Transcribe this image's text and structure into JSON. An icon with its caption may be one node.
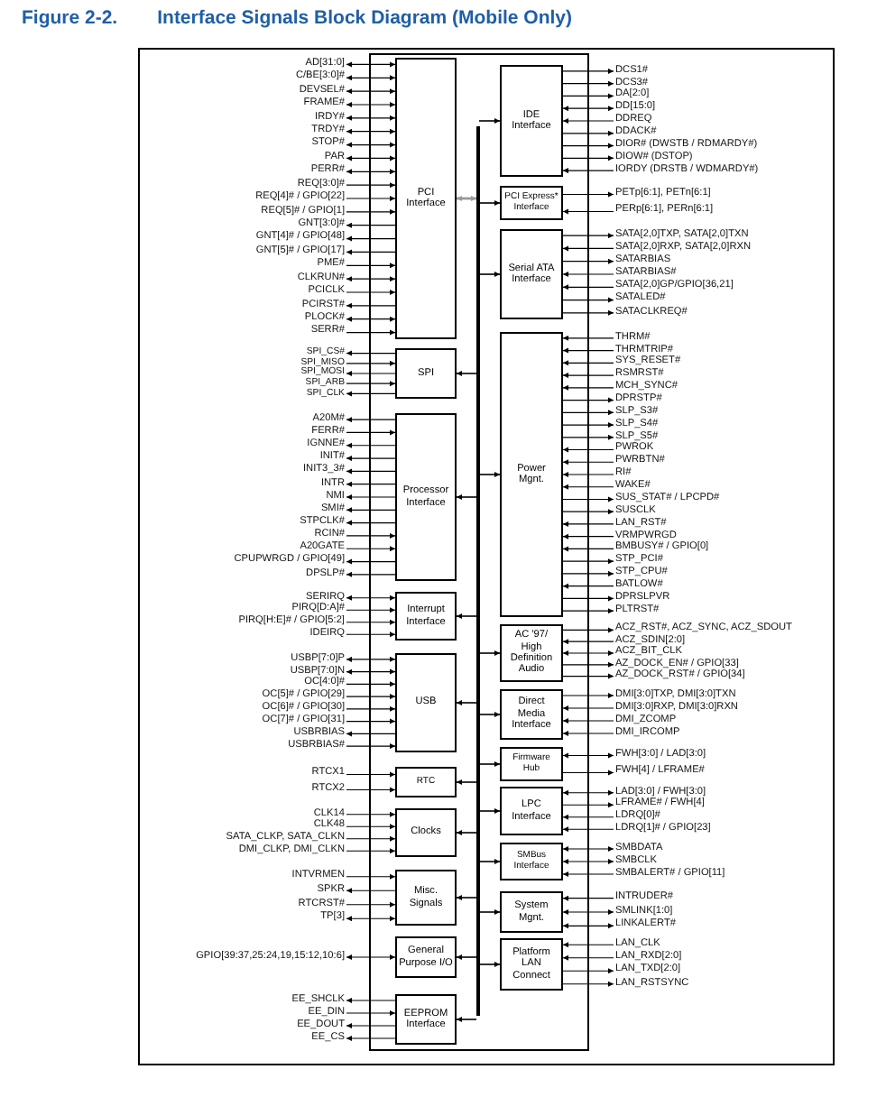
{
  "diagram": {
    "title": "Interface Signals Block Diagram (Mobile Only)",
    "nodes": [
      {
        "text": [
          "PCI Interface"
        ]
      },
      {
        "text": [
          "AD[31:0]"
        ]
      },
      {
        "text": [
          "C/BE[3:0]#"
        ]
      },
      {
        "text": [
          "DEVSEL#"
        ]
      },
      {
        "text": [
          "FRAME#"
        ]
      },
      {
        "text": [
          "IRDY#"
        ]
      },
      {
        "text": [
          "TRDY#"
        ]
      },
      {
        "text": [
          "STOP#"
        ]
      },
      {
        "text": [
          "PAR"
        ]
      },
      {
        "text": [
          "PERR#"
        ]
      },
      {
        "text": [
          "REQ[3:0]#"
        ]
      },
      {
        "text": [
          "REQ[4]# / GPIO[22]"
        ]
      },
      {
        "text": [
          "REQ[5]# / GPIO[1]"
        ]
      },
      {
        "text": [
          "GNT[3:0]#"
        ]
      },
      {
        "text": [
          "GNT[4]# / GPIO[48]"
        ]
      },
      {
        "text": [
          "GNT[5]# / GPIO[17]"
        ]
      },
      {
        "text": [
          "PME#"
        ]
      },
      {
        "text": [
          "CLKRUN#"
        ]
      },
      {
        "text": [
          "PCICLK"
        ]
      },
      {
        "text": [
          "PCIRST#"
        ]
      },
      {
        "text": [
          "PLOCK#"
        ]
      },
      {
        "text": [
          "SERR#"
        ]
      },
      {
        "text": [
          "SPI"
        ]
      },
      {
        "text": [
          "SPI_CS#"
        ]
      },
      {
        "text": [
          "SPI_MISO"
        ]
      },
      {
        "text": [
          "SPI_MOSI"
        ]
      },
      {
        "text": [
          "SPI_ARB"
        ]
      },
      {
        "text": [
          "SPI_CLK"
        ]
      },
      {
        "text": [
          "Processor Interface"
        ]
      },
      {
        "text": [
          "A20M#"
        ]
      },
      {
        "text": [
          "FERR#"
        ]
      },
      {
        "text": [
          "IGNNE#"
        ]
      },
      {
        "text": [
          "INIT#"
        ]
      },
      {
        "text": [
          "INIT3_3#"
        ]
      },
      {
        "text": [
          "INTR"
        ]
      },
      {
        "text": [
          "NMI"
        ]
      },
      {
        "text": [
          "SMI#"
        ]
      },
      {
        "text": [
          "STPCLK#"
        ]
      },
      {
        "text": [
          "RCIN#"
        ]
      },
      {
        "text": [
          "A20GATE"
        ]
      },
      {
        "text": [
          "CPUPWRGD / GPIO[49]"
        ]
      },
      {
        "text": [
          "DPSLP#"
        ]
      },
      {
        "text": [
          "Interrupt Interface"
        ]
      },
      {
        "text": [
          "SERIRQ"
        ]
      },
      {
        "text": [
          "PIRQ[D:A]#"
        ]
      },
      {
        "text": [
          "PIRQ[H:E]# / GPIO[5:2]"
        ]
      },
      {
        "text": [
          "IDEIRQ"
        ]
      },
      {
        "text": [
          "USB"
        ]
      },
      {
        "text": [
          "USBP[7:0]P"
        ]
      },
      {
        "text": [
          "USBP[7:0]N"
        ]
      },
      {
        "text": [
          "OC[4:0]#"
        ]
      },
      {
        "text": [
          "OC[5]# / GPIO[29]"
        ]
      },
      {
        "text": [
          "OC[6]# / GPIO[30]"
        ]
      },
      {
        "text": [
          "OC[7]# / GPIO[31]"
        ]
      },
      {
        "text": [
          "USBRBIAS"
        ]
      },
      {
        "text": [
          "USBRBIAS#"
        ]
      },
      {
        "text": [
          "RTC"
        ]
      },
      {
        "text": [
          "RTCX1"
        ]
      },
      {
        "text": [
          "RTCX2"
        ]
      },
      {
        "text": [
          "Clocks"
        ]
      },
      {
        "text": [
          "CLK14"
        ]
      },
      {
        "text": [
          "CLK48"
        ]
      },
      {
        "text": [
          "SATA_CLKP, SATA_CLKN"
        ]
      },
      {
        "text": [
          "DMI_CLKP, DMI_CLKN"
        ]
      },
      {
        "text": [
          "Misc. Signals"
        ]
      },
      {
        "text": [
          "INTVRMEN"
        ]
      },
      {
        "text": [
          "SPKR"
        ]
      },
      {
        "text": [
          "RTCRST#"
        ]
      },
      {
        "text": [
          "TP[3]"
        ]
      },
      {
        "text": [
          "General Purpose I/O"
        ]
      },
      {
        "text": [
          "GPIO[39:37,25:24,19,15:12,10:6]"
        ]
      },
      {
        "text": [
          "EEPROM Interface"
        ]
      },
      {
        "text": [
          "EE_SHCLK"
        ]
      },
      {
        "text": [
          "EE_DIN"
        ]
      },
      {
        "text": [
          "EE_DOUT"
        ]
      },
      {
        "text": [
          "EE_CS"
        ]
      },
      {
        "text": [
          "IDE Interface"
        ]
      },
      {
        "text": [
          "DCS1#"
        ]
      },
      {
        "text": [
          "DCS3#"
        ]
      },
      {
        "text": [
          "DA[2:0]"
        ]
      },
      {
        "text": [
          "DD[15:0]"
        ]
      },
      {
        "text": [
          "DDREQ"
        ]
      },
      {
        "text": [
          "DDACK#"
        ]
      },
      {
        "text": [
          "DIOR# (DWSTB / RDMARDY#)"
        ]
      },
      {
        "text": [
          "DIOW# (DSTOP)"
        ]
      },
      {
        "text": [
          "IORDY (DRSTB / WDMARDY#)"
        ]
      },
      {
        "text": [
          "PCI Express* Interface"
        ]
      },
      {
        "text": [
          "PETp[6:1], PETn[6:1]"
        ]
      },
      {
        "text": [
          "PERp[6:1], PERn[6:1]"
        ]
      },
      {
        "text": [
          "Serial ATA Interface"
        ]
      },
      {
        "text": [
          "SATA[2,0]TXP, SATA[2,0]TXN"
        ]
      },
      {
        "text": [
          "SATA[2,0]RXP, SATA[2,0]RXN"
        ]
      },
      {
        "text": [
          "SATARBIAS"
        ]
      },
      {
        "text": [
          "SATARBIAS#"
        ]
      },
      {
        "text": [
          "SATA[2,0]GP/GPIO[36,21]"
        ]
      },
      {
        "text": [
          "SATALED#"
        ]
      },
      {
        "text": [
          "SATACLKREQ#"
        ]
      },
      {
        "text": [
          "Power Mgnt."
        ]
      },
      {
        "text": [
          "THRM#"
        ]
      },
      {
        "text": [
          "THRMTRIP#"
        ]
      },
      {
        "text": [
          "SYS_RESET#"
        ]
      },
      {
        "text": [
          "RSMRST#"
        ]
      },
      {
        "text": [
          "MCH_SYNC#"
        ]
      },
      {
        "text": [
          "DPRSTP#"
        ]
      },
      {
        "text": [
          "SLP_S3#"
        ]
      },
      {
        "text": [
          "SLP_S4#"
        ]
      },
      {
        "text": [
          "SLP_S5#"
        ]
      },
      {
        "text": [
          "PWROK"
        ]
      },
      {
        "text": [
          "PWRBTN#"
        ]
      },
      {
        "text": [
          "RI#"
        ]
      },
      {
        "text": [
          "WAKE#"
        ]
      },
      {
        "text": [
          "SUS_STAT# / LPCPD#"
        ]
      },
      {
        "text": [
          "SUSCLK"
        ]
      },
      {
        "text": [
          "LAN_RST#"
        ]
      },
      {
        "text": [
          "VRMPWRGD"
        ]
      },
      {
        "text": [
          "BMBUSY# / GPIO[0]"
        ]
      },
      {
        "text": [
          "STP_PCI#"
        ]
      },
      {
        "text": [
          "STP_CPU#"
        ]
      },
      {
        "text": [
          "BATLOW#"
        ]
      },
      {
        "text": [
          "DPRSLPVR"
        ]
      },
      {
        "text": [
          "PLTRST#"
        ]
      },
      {
        "text": [
          "AC '97/ High Definition Audio"
        ]
      },
      {
        "text": [
          "ACZ_RST#, ACZ_SYNC, ACZ_SDOUT"
        ]
      },
      {
        "text": [
          "ACZ_SDIN[2:0]"
        ]
      },
      {
        "text": [
          "ACZ_BIT_CLK"
        ]
      },
      {
        "text": [
          "AZ_DOCK_EN# / GPIO[33]"
        ]
      },
      {
        "text": [
          "AZ_DOCK_RST# / GPIO[34]"
        ]
      },
      {
        "text": [
          "Direct Media Interface"
        ]
      },
      {
        "text": [
          "DMI[3:0]TXP, DMI[3:0]TXN"
        ]
      },
      {
        "text": [
          "DMI[3:0]RXP, DMI[3:0]RXN"
        ]
      },
      {
        "text": [
          "DMI_ZCOMP"
        ]
      },
      {
        "text": [
          "DMI_IRCOMP"
        ]
      },
      {
        "text": [
          "Firmware Hub"
        ]
      },
      {
        "text": [
          "FWH[3:0] / LAD[3:0]"
        ]
      },
      {
        "text": [
          "FWH[4] / LFRAME#"
        ]
      },
      {
        "text": [
          "LPC Interface"
        ]
      },
      {
        "text": [
          "LAD[3:0] / FWH[3:0]"
        ]
      },
      {
        "text": [
          "LFRAME# / FWH[4]"
        ]
      },
      {
        "text": [
          "LDRQ[0]#"
        ]
      },
      {
        "text": [
          "LDRQ[1]# / GPIO[23]"
        ]
      },
      {
        "text": [
          "SMBus Interface"
        ]
      },
      {
        "text": [
          "SMBDATA"
        ]
      },
      {
        "text": [
          "SMBCLK"
        ]
      },
      {
        "text": [
          "SMBALERT# / GPIO[11]"
        ]
      },
      {
        "text": [
          "System Mgnt."
        ]
      },
      {
        "text": [
          "INTRUDER#"
        ]
      },
      {
        "text": [
          "SMLINK[1:0]"
        ]
      },
      {
        "text": [
          "LINKALERT#"
        ]
      },
      {
        "text": [
          "Platform LAN Connect"
        ]
      },
      {
        "text": [
          "LAN_CLK"
        ]
      },
      {
        "text": [
          "LAN_RXD[2:0]"
        ]
      },
      {
        "text": [
          "LAN_TXD[2:0]"
        ]
      },
      {
        "text": [
          "LAN_RSTSYNC"
        ]
      },
      {
        "text": [],
        "shape": "bar"
      }
    ],
    "edges": [
      {
        "from": 1,
        "to": 0,
        "arrow": "both"
      },
      {
        "from": 2,
        "to": 0,
        "arrow": "both"
      },
      {
        "from": 3,
        "to": 0,
        "arrow": "both"
      },
      {
        "from": 4,
        "to": 0,
        "arrow": "both"
      },
      {
        "from": 5,
        "to": 0,
        "arrow": "both"
      },
      {
        "from": 6,
        "to": 0,
        "arrow": "both"
      },
      {
        "from": 7,
        "to": 0,
        "arrow": "both"
      },
      {
        "from": 8,
        "to": 0,
        "arrow": "both"
      },
      {
        "from": 9,
        "to": 0,
        "arrow": "both"
      },
      {
        "from": 10,
        "to": 0,
        "arrow": "to"
      },
      {
        "from": 11,
        "to": 0,
        "arrow": "to"
      },
      {
        "from": 12,
        "to": 0,
        "arrow": "to"
      },
      {
        "from": 0,
        "to": 13,
        "arrow": "to"
      },
      {
        "from": 0,
        "to": 14,
        "arrow": "to"
      },
      {
        "from": 0,
        "to": 15,
        "arrow": "to"
      },
      {
        "from": 16,
        "to": 0,
        "arrow": "to"
      },
      {
        "from": 17,
        "to": 0,
        "arrow": "both"
      },
      {
        "from": 18,
        "to": 0,
        "arrow": "to"
      },
      {
        "from": 0,
        "to": 19,
        "arrow": "to"
      },
      {
        "from": 20,
        "to": 0,
        "arrow": "both"
      },
      {
        "from": 21,
        "to": 0,
        "arrow": "to"
      },
      {
        "from": 22,
        "to": 23,
        "arrow": "to"
      },
      {
        "from": 24,
        "to": 22,
        "arrow": "to"
      },
      {
        "from": 22,
        "to": 25,
        "arrow": "to"
      },
      {
        "from": 26,
        "to": 22,
        "arrow": "to"
      },
      {
        "from": 22,
        "to": 27,
        "arrow": "to"
      },
      {
        "from": 28,
        "to": 29,
        "arrow": "to"
      },
      {
        "from": 30,
        "to": 28,
        "arrow": "to"
      },
      {
        "from": 28,
        "to": 31,
        "arrow": "to"
      },
      {
        "from": 28,
        "to": 32,
        "arrow": "to"
      },
      {
        "from": 28,
        "to": 33,
        "arrow": "to"
      },
      {
        "from": 28,
        "to": 34,
        "arrow": "to"
      },
      {
        "from": 28,
        "to": 35,
        "arrow": "to"
      },
      {
        "from": 28,
        "to": 36,
        "arrow": "to"
      },
      {
        "from": 28,
        "to": 37,
        "arrow": "to"
      },
      {
        "from": 38,
        "to": 28,
        "arrow": "to"
      },
      {
        "from": 39,
        "to": 28,
        "arrow": "to"
      },
      {
        "from": 28,
        "to": 40,
        "arrow": "to"
      },
      {
        "from": 28,
        "to": 41,
        "arrow": "to"
      },
      {
        "from": 43,
        "to": 42,
        "arrow": "both"
      },
      {
        "from": 44,
        "to": 42,
        "arrow": "to"
      },
      {
        "from": 45,
        "to": 42,
        "arrow": "to"
      },
      {
        "from": 46,
        "to": 42,
        "arrow": "to"
      },
      {
        "from": 48,
        "to": 47,
        "arrow": "both"
      },
      {
        "from": 49,
        "to": 47,
        "arrow": "both"
      },
      {
        "from": 50,
        "to": 47,
        "arrow": "to"
      },
      {
        "from": 51,
        "to": 47,
        "arrow": "to"
      },
      {
        "from": 52,
        "to": 47,
        "arrow": "to"
      },
      {
        "from": 53,
        "to": 47,
        "arrow": "to"
      },
      {
        "from": 47,
        "to": 54,
        "arrow": "to"
      },
      {
        "from": 55,
        "to": 47,
        "arrow": "to"
      },
      {
        "from": 57,
        "to": 56,
        "arrow": "to"
      },
      {
        "from": 58,
        "to": 56,
        "arrow": "to"
      },
      {
        "from": 60,
        "to": 59,
        "arrow": "to"
      },
      {
        "from": 61,
        "to": 59,
        "arrow": "to"
      },
      {
        "from": 62,
        "to": 59,
        "arrow": "to"
      },
      {
        "from": 63,
        "to": 59,
        "arrow": "to"
      },
      {
        "from": 65,
        "to": 64,
        "arrow": "to"
      },
      {
        "from": 64,
        "to": 66,
        "arrow": "to"
      },
      {
        "from": 67,
        "to": 64,
        "arrow": "to"
      },
      {
        "from": 68,
        "to": 64,
        "arrow": "both"
      },
      {
        "from": 70,
        "to": 69,
        "arrow": "both"
      },
      {
        "from": 71,
        "to": 72,
        "arrow": "to"
      },
      {
        "from": 73,
        "to": 71,
        "arrow": "to"
      },
      {
        "from": 71,
        "to": 74,
        "arrow": "to"
      },
      {
        "from": 71,
        "to": 75,
        "arrow": "to"
      },
      {
        "from": 76,
        "to": 77,
        "arrow": "to"
      },
      {
        "from": 76,
        "to": 78,
        "arrow": "to"
      },
      {
        "from": 76,
        "to": 79,
        "arrow": "to"
      },
      {
        "from": 80,
        "to": 76,
        "arrow": "both"
      },
      {
        "from": 81,
        "to": 76,
        "arrow": "to"
      },
      {
        "from": 76,
        "to": 82,
        "arrow": "to"
      },
      {
        "from": 76,
        "to": 83,
        "arrow": "to"
      },
      {
        "from": 76,
        "to": 84,
        "arrow": "to"
      },
      {
        "from": 85,
        "to": 76,
        "arrow": "to"
      },
      {
        "from": 86,
        "to": 87,
        "arrow": "to"
      },
      {
        "from": 88,
        "to": 86,
        "arrow": "to"
      },
      {
        "from": 89,
        "to": 90,
        "arrow": "to"
      },
      {
        "from": 91,
        "to": 89,
        "arrow": "to"
      },
      {
        "from": 89,
        "to": 92,
        "arrow": "to"
      },
      {
        "from": 93,
        "to": 89,
        "arrow": "to"
      },
      {
        "from": 94,
        "to": 89,
        "arrow": "to"
      },
      {
        "from": 89,
        "to": 95,
        "arrow": "to"
      },
      {
        "from": 89,
        "to": 96,
        "arrow": "to"
      },
      {
        "from": 98,
        "to": 97,
        "arrow": "to"
      },
      {
        "from": 99,
        "to": 97,
        "arrow": "to"
      },
      {
        "from": 100,
        "to": 97,
        "arrow": "to"
      },
      {
        "from": 101,
        "to": 97,
        "arrow": "to"
      },
      {
        "from": 102,
        "to": 97,
        "arrow": "to"
      },
      {
        "from": 97,
        "to": 103,
        "arrow": "to"
      },
      {
        "from": 97,
        "to": 104,
        "arrow": "to"
      },
      {
        "from": 97,
        "to": 105,
        "arrow": "to"
      },
      {
        "from": 97,
        "to": 106,
        "arrow": "to"
      },
      {
        "from": 107,
        "to": 97,
        "arrow": "to"
      },
      {
        "from": 108,
        "to": 97,
        "arrow": "to"
      },
      {
        "from": 109,
        "to": 97,
        "arrow": "to"
      },
      {
        "from": 110,
        "to": 97,
        "arrow": "to"
      },
      {
        "from": 97,
        "to": 111,
        "arrow": "to"
      },
      {
        "from": 97,
        "to": 112,
        "arrow": "to"
      },
      {
        "from": 113,
        "to": 97,
        "arrow": "to"
      },
      {
        "from": 114,
        "to": 97,
        "arrow": "to"
      },
      {
        "from": 115,
        "to": 97,
        "arrow": "to"
      },
      {
        "from": 97,
        "to": 116,
        "arrow": "to"
      },
      {
        "from": 97,
        "to": 117,
        "arrow": "to"
      },
      {
        "from": 118,
        "to": 97,
        "arrow": "to"
      },
      {
        "from": 97,
        "to": 119,
        "arrow": "to"
      },
      {
        "from": 97,
        "to": 120,
        "arrow": "to"
      },
      {
        "from": 121,
        "to": 122,
        "arrow": "to"
      },
      {
        "from": 123,
        "to": 121,
        "arrow": "to"
      },
      {
        "from": 124,
        "to": 121,
        "arrow": "both"
      },
      {
        "from": 121,
        "to": 125,
        "arrow": "to"
      },
      {
        "from": 121,
        "to": 126,
        "arrow": "to"
      },
      {
        "from": 127,
        "to": 128,
        "arrow": "to"
      },
      {
        "from": 129,
        "to": 127,
        "arrow": "to"
      },
      {
        "from": 130,
        "to": 127,
        "arrow": "to"
      },
      {
        "from": 131,
        "to": 127,
        "arrow": "to"
      },
      {
        "from": 133,
        "to": 132,
        "arrow": "both"
      },
      {
        "from": 132,
        "to": 134,
        "arrow": "to"
      },
      {
        "from": 136,
        "to": 135,
        "arrow": "both"
      },
      {
        "from": 135,
        "to": 137,
        "arrow": "to"
      },
      {
        "from": 138,
        "to": 135,
        "arrow": "to"
      },
      {
        "from": 139,
        "to": 135,
        "arrow": "to"
      },
      {
        "from": 141,
        "to": 140,
        "arrow": "both"
      },
      {
        "from": 142,
        "to": 140,
        "arrow": "both"
      },
      {
        "from": 143,
        "to": 140,
        "arrow": "to"
      },
      {
        "from": 145,
        "to": 144,
        "arrow": "to"
      },
      {
        "from": 146,
        "to": 144,
        "arrow": "both"
      },
      {
        "from": 147,
        "to": 144,
        "arrow": "both"
      },
      {
        "from": 149,
        "to": 148,
        "arrow": "to"
      },
      {
        "from": 150,
        "to": 148,
        "arrow": "to"
      },
      {
        "from": 148,
        "to": 151,
        "arrow": "to"
      },
      {
        "from": 148,
        "to": 152,
        "arrow": "to"
      },
      {
        "from": 153,
        "to": 0,
        "arrow": "both",
        "color": "#999999"
      },
      {
        "from": 153,
        "to": 22,
        "arrow": "to"
      },
      {
        "from": 153,
        "to": 28,
        "arrow": "to"
      },
      {
        "from": 153,
        "to": 42,
        "arrow": "to"
      },
      {
        "from": 153,
        "to": 47,
        "arrow": "to"
      },
      {
        "from": 153,
        "to": 56,
        "arrow": "to"
      },
      {
        "from": 153,
        "to": 59,
        "arrow": "to"
      },
      {
        "from": 153,
        "to": 64,
        "arrow": "to"
      },
      {
        "from": 153,
        "to": 69,
        "arrow": "to"
      },
      {
        "from": 153,
        "to": 71,
        "arrow": "to"
      },
      {
        "from": 153,
        "to": 76,
        "arrow": "to"
      },
      {
        "from": 153,
        "to": 86,
        "arrow": "to"
      },
      {
        "from": 153,
        "to": 89,
        "arrow": "to"
      },
      {
        "from": 153,
        "to": 97,
        "arrow": "to"
      },
      {
        "from": 153,
        "to": 121,
        "arrow": "to"
      },
      {
        "from": 153,
        "to": 127,
        "arrow": "to"
      },
      {
        "from": 153,
        "to": 132,
        "arrow": "to"
      },
      {
        "from": 153,
        "to": 135,
        "arrow": "to"
      },
      {
        "from": 153,
        "to": 140,
        "arrow": "to"
      },
      {
        "from": 153,
        "to": 144,
        "arrow": "to"
      },
      {
        "from": 153,
        "to": 148,
        "arrow": "to"
      }
    ],
    "labels": [
      "Figure 2-2."
    ]
  }
}
